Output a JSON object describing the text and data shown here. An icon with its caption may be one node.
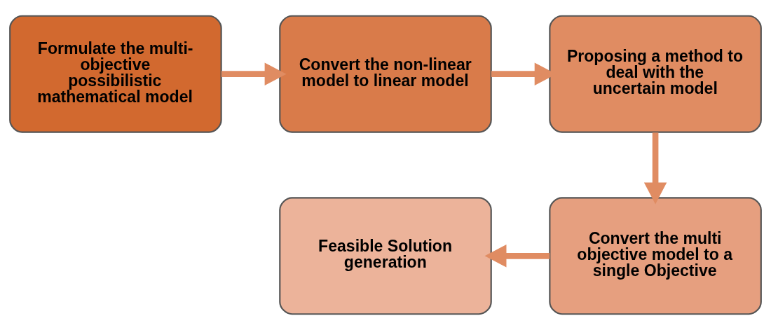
{
  "diagram": {
    "nodes": [
      {
        "text": [
          "Formulate the multi-objective possibilistic mathematical model"
        ]
      },
      {
        "text": [
          "Convert the non-linear model to linear model"
        ]
      },
      {
        "text": [
          "Proposing a method to deal with the uncertain model"
        ]
      },
      {
        "text": [
          "Feasible Solution generation"
        ]
      },
      {
        "text": [
          "Convert the multi objective model to a single Objective"
        ]
      }
    ],
    "edges": [
      {
        "from": 0,
        "to": 1,
        "arrow": "to"
      },
      {
        "from": 1,
        "to": 2,
        "arrow": "to"
      },
      {
        "from": 2,
        "to": 4,
        "arrow": "to"
      },
      {
        "from": 4,
        "to": 3,
        "arrow": "to"
      }
    ]
  }
}
